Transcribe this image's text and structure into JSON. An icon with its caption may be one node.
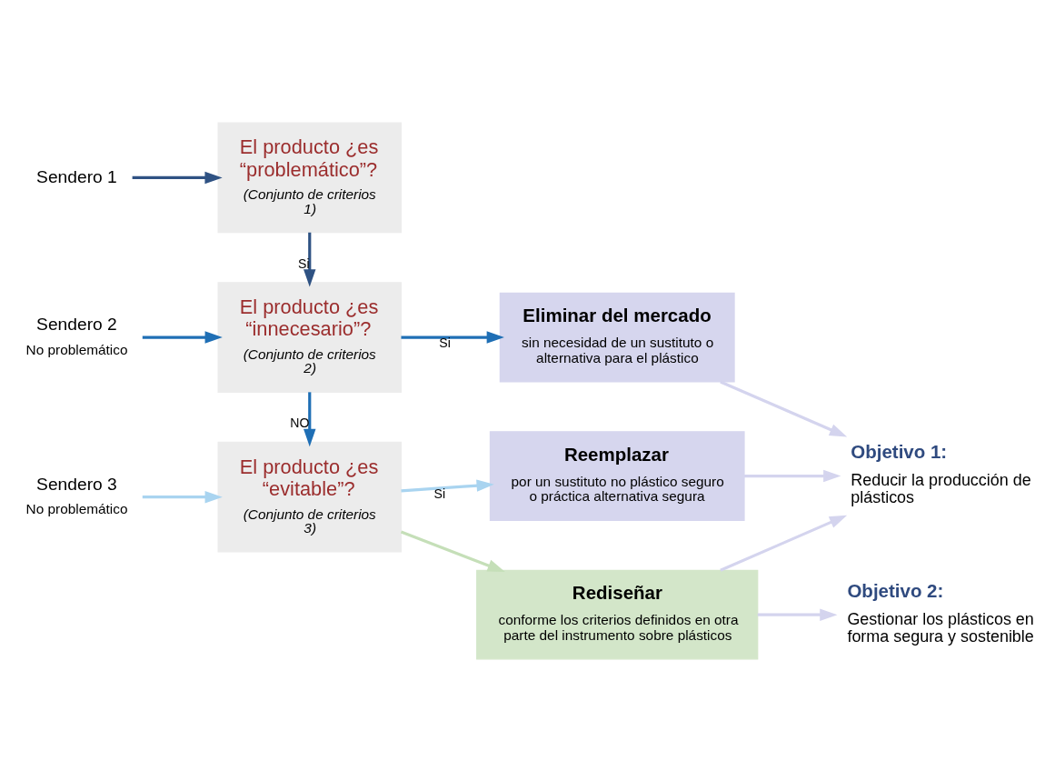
{
  "diagram": {
    "nodes": [
      {
        "text": [
          "Sendero 1"
        ]
      },
      {
        "text": [
          "El producto ¿es “problemático”?",
          "(Conjunto de criterios 1)"
        ]
      },
      {
        "text": [
          "Sendero 2"
        ],
        "beside": [
          "No problemático"
        ]
      },
      {
        "text": [
          "El producto ¿es “innecesario”?",
          "(Conjunto de criterios 2)"
        ]
      },
      {
        "text": [
          "Eliminar del mercado",
          "sin necesidad de un sustituto o alternativa para el plástico"
        ]
      },
      {
        "text": [
          "Objetivo 1:",
          "Reducir la producción de plásticos"
        ]
      },
      {
        "text": [
          "Sendero 3"
        ],
        "beside": [
          "No problemático"
        ]
      },
      {
        "text": [
          "El producto ¿es “evitable”?",
          "(Conjunto de criterios 3)"
        ]
      },
      {
        "text": [
          "Reemplazar",
          "por un sustituto no plástico seguro o práctica alternativa segura"
        ]
      },
      {
        "text": [
          "Rediseñar",
          "conforme los criterios definidos en otra parte del instrumento sobre plásticos"
        ]
      },
      {
        "text": [
          "Objetivo 2:",
          "Gestionar los plásticos en forma segura y sostenible"
        ]
      }
    ],
    "edges": [
      {
        "from": 0,
        "to": 1,
        "arrow": "to",
        "color": "#2f5283"
      },
      {
        "from": 1,
        "to": 3,
        "arrow": "to",
        "label": "Si",
        "color": "#2f5283"
      },
      {
        "from": 2,
        "to": 3,
        "arrow": "to",
        "color": "#1f6fb5"
      },
      {
        "from": 3,
        "to": 4,
        "arrow": "to",
        "label": "Si",
        "color": "#1f6fb5"
      },
      {
        "from": 4,
        "to": 5,
        "arrow": "to",
        "color": "#d4d4ee"
      },
      {
        "from": 3,
        "to": 7,
        "arrow": "to",
        "label": "NO",
        "color": "#1f6fb5"
      },
      {
        "from": 6,
        "to": 7,
        "arrow": "to",
        "color": "#a9d4f0"
      },
      {
        "from": 7,
        "to": 8,
        "arrow": "to",
        "label": "Si",
        "color": "#a9d4f0"
      },
      {
        "from": 8,
        "to": 5,
        "arrow": "to",
        "color": "#d4d4ee"
      },
      {
        "from": 7,
        "to": 9,
        "arrow": "to",
        "color": "#c5dfb8"
      },
      {
        "from": 9,
        "to": 5,
        "arrow": "to",
        "color": "#d4d4ee"
      },
      {
        "from": 9,
        "to": 10,
        "arrow": "to",
        "color": "#d4d4ee"
      }
    ]
  }
}
